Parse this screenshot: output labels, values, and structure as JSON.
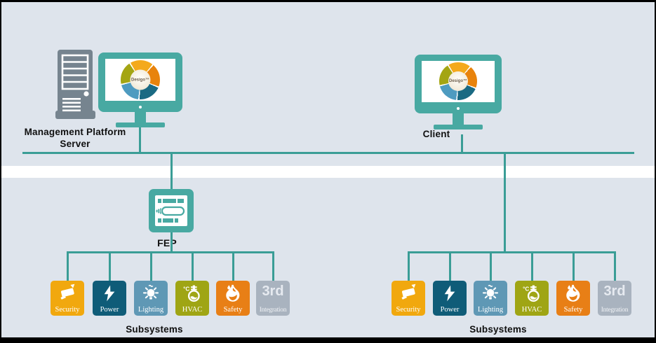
{
  "colors": {
    "background": "#dee4ec",
    "network_line": "#3a9d96",
    "device_teal": "#48a9a2",
    "server_gray": "#76848f",
    "security": "#f1a80e",
    "power": "#0f5c78",
    "lighting": "#5f98b5",
    "hvac": "#9fa514",
    "safety": "#e87f16",
    "integration": "#a9b3bf"
  },
  "nodes": {
    "server": {
      "label_line1": "Management Platform",
      "label_line2": "Server",
      "screen_logo_label": "Desigo™"
    },
    "client": {
      "label": "Client",
      "screen_logo_label": "Desigo™"
    },
    "fep": {
      "label": "FEP"
    }
  },
  "subsystem_groups": {
    "left": {
      "title": "Subsystems",
      "items": [
        {
          "label": "Security",
          "icon": "cctv-camera-icon",
          "color": "#f1a80e"
        },
        {
          "label": "Power",
          "icon": "lightning-bolt-icon",
          "color": "#0f5c78"
        },
        {
          "label": "Lighting",
          "icon": "light-bulb-icon",
          "color": "#5f98b5"
        },
        {
          "label": "HVAC",
          "icon": "thermometer-icon",
          "color": "#9fa514"
        },
        {
          "label": "Safety",
          "icon": "flame-icon",
          "color": "#e87f16"
        },
        {
          "label": "Integration",
          "big_text": "3rd",
          "icon": "3rd-party-text",
          "color": "#a9b3bf"
        }
      ]
    },
    "right": {
      "title": "Subsystems",
      "items": [
        {
          "label": "Security",
          "icon": "cctv-camera-icon",
          "color": "#f1a80e"
        },
        {
          "label": "Power",
          "icon": "lightning-bolt-icon",
          "color": "#0f5c78"
        },
        {
          "label": "Lighting",
          "icon": "light-bulb-icon",
          "color": "#5f98b5"
        },
        {
          "label": "HVAC",
          "icon": "thermometer-icon",
          "color": "#9fa514"
        },
        {
          "label": "Safety",
          "icon": "flame-icon",
          "color": "#e87f16"
        },
        {
          "label": "Integration",
          "big_text": "3rd",
          "icon": "3rd-party-text",
          "color": "#a9b3bf"
        }
      ]
    }
  }
}
